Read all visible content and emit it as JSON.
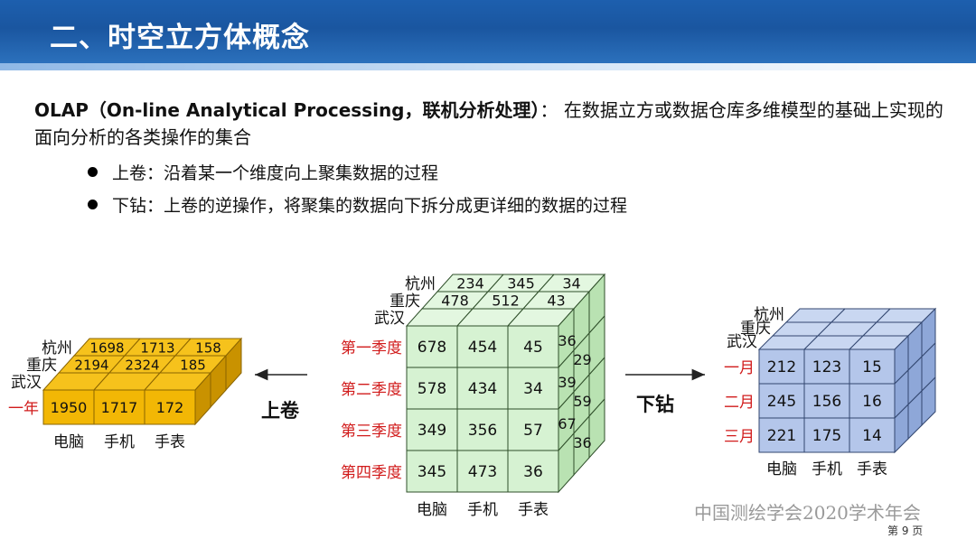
{
  "title": "二、时空立方体概念",
  "intro": {
    "term": "OLAP（On-line Analytical Processing，联机分析处理）",
    "sep": "：",
    "text": "在数据立方或数据仓库多维模型的基础上实现的面向分析的各类操作的集合"
  },
  "bullets": [
    "上卷：沿着某一个维度向上聚集数据的过程",
    "下钻：上卷的逆操作，将聚集的数据向下拆分成更详细的数据的过程"
  ],
  "cubes": {
    "year": {
      "depth_labels": [
        "杭州",
        "重庆",
        "武汉"
      ],
      "row_labels": [
        "一年"
      ],
      "col_labels": [
        "电脑",
        "手机",
        "手表"
      ],
      "front": [
        [
          "1950",
          "1717",
          "172"
        ]
      ],
      "top": [
        [
          "2194",
          "2324",
          "185"
        ],
        [
          "1698",
          "1713",
          "158"
        ]
      ],
      "colors": {
        "front": "#f2b705",
        "top": "#f6c21c",
        "side": "#c99200",
        "stroke": "#8a6400"
      }
    },
    "quarter": {
      "depth_labels": [
        "杭州",
        "重庆",
        "武汉"
      ],
      "row_labels": [
        "第一季度",
        "第二季度",
        "第三季度",
        "第四季度"
      ],
      "col_labels": [
        "电脑",
        "手机",
        "手表"
      ],
      "front": [
        [
          "678",
          "454",
          "45"
        ],
        [
          "578",
          "434",
          "34"
        ],
        [
          "349",
          "356",
          "57"
        ],
        [
          "345",
          "473",
          "36"
        ]
      ],
      "top": [
        [
          "478",
          "512",
          "43"
        ],
        [
          "234",
          "345",
          "34"
        ]
      ],
      "side": [
        "36",
        "29",
        "39",
        "59",
        "67",
        "36"
      ],
      "colors": {
        "front": "#d6f2d2",
        "top": "#e3f7e0",
        "side": "#b9e2b2",
        "stroke": "#2f4f2a"
      }
    },
    "month": {
      "depth_labels": [
        "杭州",
        "重庆",
        "武汉"
      ],
      "row_labels": [
        "一月",
        "二月",
        "三月"
      ],
      "col_labels": [
        "电脑",
        "手机",
        "手表"
      ],
      "front": [
        [
          "212",
          "123",
          "15"
        ],
        [
          "245",
          "156",
          "16"
        ],
        [
          "221",
          "175",
          "14"
        ]
      ],
      "colors": {
        "front": "#b4c6ea",
        "top": "#c9d7f1",
        "side": "#8ea7d8",
        "stroke": "#32466f"
      }
    }
  },
  "ops": {
    "rollup": "上卷",
    "drilldown": "下钻"
  },
  "footer": "中国测绘学会2020学术年会",
  "page_number": "第 9 页",
  "colors": {
    "accent_red": "#d11b1b",
    "banner_blue": "#1d5fae"
  }
}
